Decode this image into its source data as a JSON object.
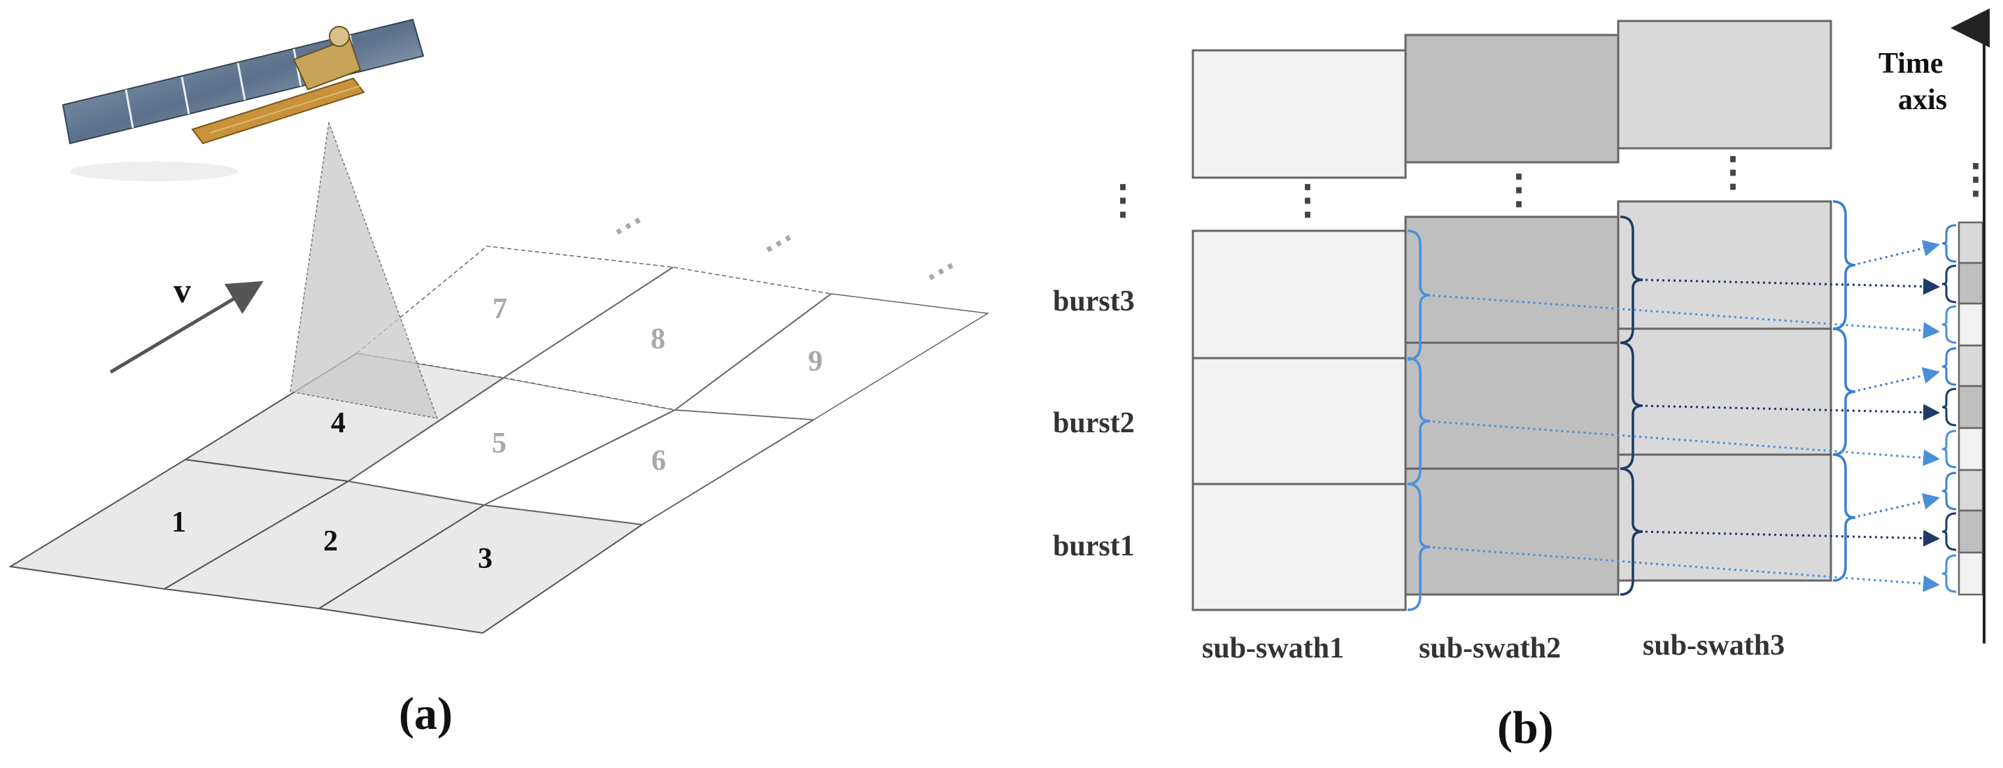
{
  "panel_a": {
    "caption": "(a)",
    "velocity_label": "v",
    "cells": [
      "1",
      "2",
      "3",
      "4",
      "5",
      "6",
      "7",
      "8",
      "9"
    ],
    "ellipsis": "⋯",
    "satellite_icon": "satellite-icon"
  },
  "panel_b": {
    "caption": "(b)",
    "time_axis_label_line1": "Time",
    "time_axis_label_line2": "axis",
    "vertical_ellipsis": "⋮",
    "bursts": [
      "burst3",
      "burst2",
      "burst1"
    ],
    "subswaths": [
      "sub-swath1",
      "sub-swath2",
      "sub-swath3"
    ],
    "colors": {
      "subswath1_fill": "#f2f2f2",
      "subswath2_fill": "#bfbfbf",
      "subswath3_fill": "#d9d9d9",
      "bracket_light_blue": "#4a90d9",
      "bracket_dark_blue": "#1f3a68"
    }
  }
}
